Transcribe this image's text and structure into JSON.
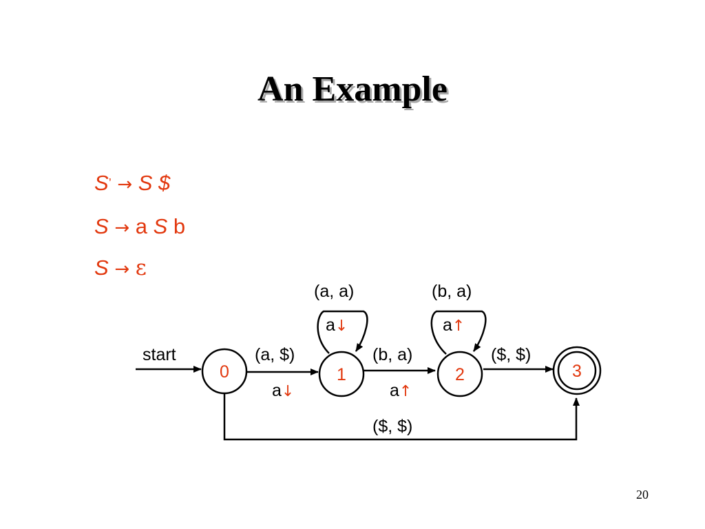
{
  "slide": {
    "title": "An Example",
    "page_number": "20"
  },
  "grammar": [
    {
      "lhs": "S",
      "lhs_mark": "’",
      "arrow": "→",
      "rhs": [
        {
          "t": "S",
          "nt": true
        },
        {
          "t": "$",
          "nt": true
        }
      ]
    },
    {
      "lhs": "S",
      "lhs_mark": "",
      "arrow": "→",
      "rhs": [
        {
          "t": "a",
          "nt": false
        },
        {
          "t": "S",
          "nt": true
        },
        {
          "t": "b",
          "nt": false
        }
      ]
    },
    {
      "lhs": "S",
      "lhs_mark": "",
      "arrow": "→",
      "rhs": [
        {
          "t": "ε",
          "nt": false
        }
      ]
    }
  ],
  "diagram": {
    "start_label": "start",
    "states": [
      {
        "id": "0",
        "label": "0",
        "accepting": false
      },
      {
        "id": "1",
        "label": "1",
        "accepting": false
      },
      {
        "id": "2",
        "label": "2",
        "accepting": false
      },
      {
        "id": "3",
        "label": "3",
        "accepting": true
      }
    ],
    "transitions": [
      {
        "from": "0",
        "to": "1",
        "input": "(a, $)",
        "symbol": "a",
        "op": "↓"
      },
      {
        "from": "1",
        "to": "2",
        "input": "(b, a)",
        "symbol": "a",
        "op": "↑"
      },
      {
        "from": "2",
        "to": "3",
        "input": "($, $)",
        "symbol": "",
        "op": ""
      },
      {
        "from": "1",
        "to": "1",
        "input": "(a, a)",
        "symbol": "a",
        "op": "↓"
      },
      {
        "from": "2",
        "to": "2",
        "input": "(b, a)",
        "symbol": "a",
        "op": "↑"
      },
      {
        "from": "0",
        "to": "3",
        "input": "($, $)",
        "symbol": "",
        "op": ""
      }
    ],
    "colors": {
      "accent": "#e2380e",
      "line": "#000000"
    }
  }
}
